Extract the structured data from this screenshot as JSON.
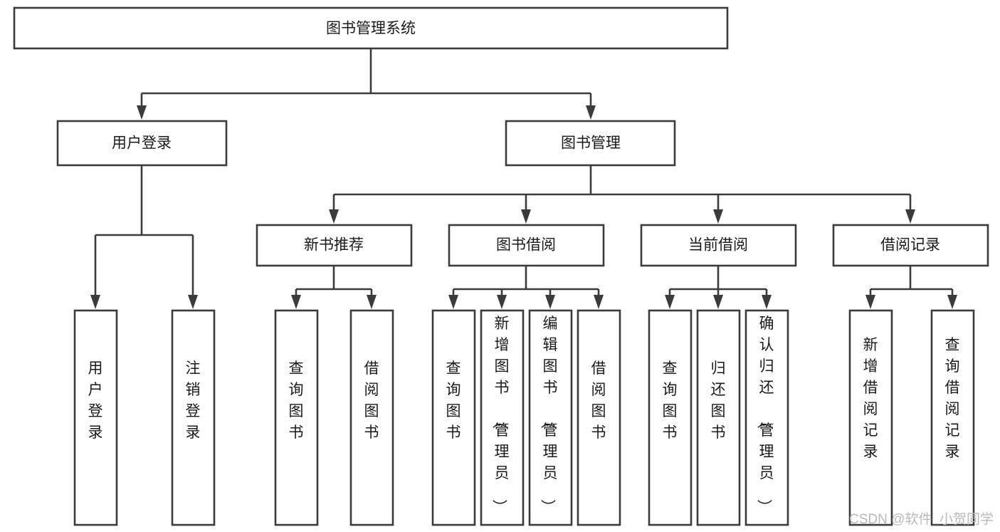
{
  "diagram": {
    "type": "tree-hierarchy",
    "title": "图书管理系统",
    "orientation": "top-down",
    "watermark": "CSDN @软件_小贺同学",
    "colors": {
      "stroke": "#3b3b3b",
      "fill": "#ffffff",
      "text": "#1a1a1a",
      "watermark": "#b9b9b9"
    },
    "levels": [
      {
        "level": 1,
        "nodes": [
          {
            "id": "root",
            "label": "图书管理系统",
            "orientation": "horizontal"
          }
        ]
      },
      {
        "level": 2,
        "nodes": [
          {
            "id": "login",
            "label": "用户登录",
            "orientation": "horizontal",
            "parent": "root"
          },
          {
            "id": "bookmgmt",
            "label": "图书管理",
            "orientation": "horizontal",
            "parent": "root"
          }
        ]
      },
      {
        "level": 3,
        "nodes": [
          {
            "id": "newbook",
            "label": "新书推荐",
            "orientation": "horizontal",
            "parent": "bookmgmt"
          },
          {
            "id": "borrow",
            "label": "图书借阅",
            "orientation": "horizontal",
            "parent": "bookmgmt"
          },
          {
            "id": "current",
            "label": "当前借阅",
            "orientation": "horizontal",
            "parent": "bookmgmt"
          },
          {
            "id": "record",
            "label": "借阅记录",
            "orientation": "horizontal",
            "parent": "bookmgmt"
          }
        ]
      },
      {
        "level": 4,
        "nodes": [
          {
            "id": "leaf-1",
            "label": "用户登录",
            "orientation": "vertical",
            "parent": "login"
          },
          {
            "id": "leaf-2",
            "label": "注销登录",
            "orientation": "vertical",
            "parent": "login"
          },
          {
            "id": "leaf-3",
            "label": "查询图书",
            "orientation": "vertical",
            "parent": "newbook"
          },
          {
            "id": "leaf-4",
            "label": "借阅图书",
            "orientation": "vertical",
            "parent": "newbook"
          },
          {
            "id": "leaf-5",
            "label": "查询图书",
            "orientation": "vertical",
            "parent": "borrow"
          },
          {
            "id": "leaf-6",
            "label": "新增图书（管理员）",
            "orientation": "vertical",
            "parent": "borrow"
          },
          {
            "id": "leaf-7",
            "label": "编辑图书（管理员）",
            "orientation": "vertical",
            "parent": "borrow"
          },
          {
            "id": "leaf-8",
            "label": "借阅图书",
            "orientation": "vertical",
            "parent": "borrow"
          },
          {
            "id": "leaf-9",
            "label": "查询图书",
            "orientation": "vertical",
            "parent": "current"
          },
          {
            "id": "leaf-10",
            "label": "归还图书",
            "orientation": "vertical",
            "parent": "current"
          },
          {
            "id": "leaf-11",
            "label": "确认归还（管理员）",
            "orientation": "vertical",
            "parent": "current"
          },
          {
            "id": "leaf-12",
            "label": "新增借阅记录",
            "orientation": "vertical",
            "parent": "record"
          },
          {
            "id": "leaf-13",
            "label": "查询借阅记录",
            "orientation": "vertical",
            "parent": "record"
          }
        ]
      }
    ]
  }
}
